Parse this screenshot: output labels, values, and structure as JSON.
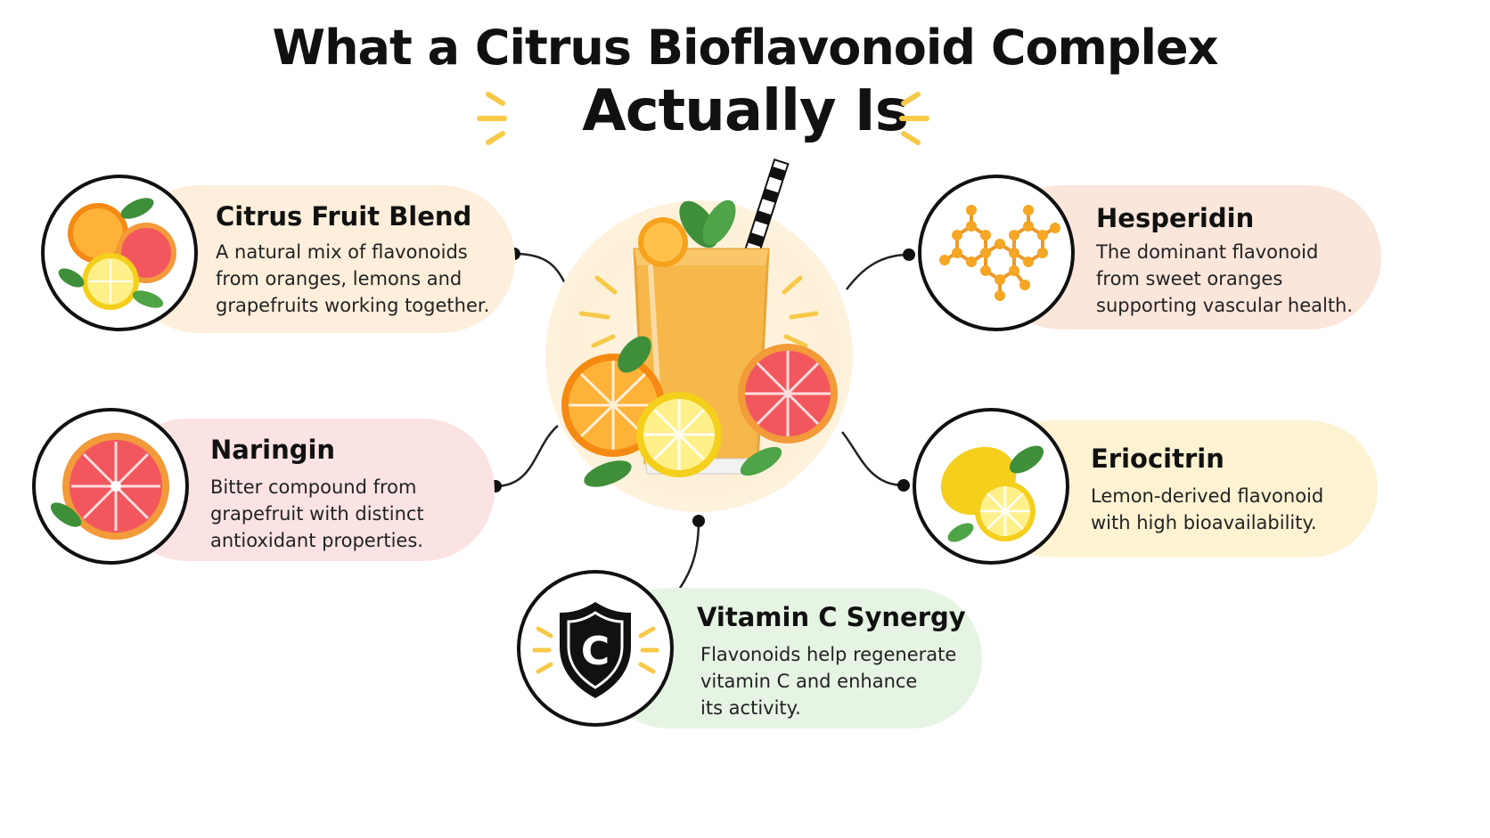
{
  "title": {
    "line1": "What a Citrus Bioflavonoid Complex",
    "line2": "Actually Is"
  },
  "colors": {
    "orange": "#f5a623",
    "peach_pill": "#fdefdc",
    "pink_pill": "#fbe3e3",
    "salmon_pill": "#fbe6dc",
    "yellow_pill": "#fdf3d3",
    "green_pill": "#e6f4e4",
    "spark_yellow": "#f7c948"
  },
  "center": {
    "icon": "orange-smoothie-glass-icon"
  },
  "cards": {
    "citrus_blend": {
      "icon": "citrus-fruits-icon",
      "title": "Citrus Fruit Blend",
      "lines": [
        "A natural mix of flavonoids",
        "from oranges, lemons and",
        "grapefruits working together."
      ]
    },
    "naringin": {
      "icon": "grapefruit-icon",
      "title": "Naringin",
      "lines": [
        "Bitter compound from",
        "grapefruit with distinct",
        "antioxidant properties."
      ]
    },
    "hesperidin": {
      "icon": "molecule-icon",
      "title": "Hesperidin",
      "lines": [
        "The dominant flavonoid",
        "from sweet oranges",
        "supporting vascular health."
      ]
    },
    "eriocitrin": {
      "icon": "lemon-icon",
      "title": "Eriocitrin",
      "lines": [
        "Lemon-derived flavonoid",
        "with high bioavailability."
      ]
    },
    "vitamin_c": {
      "icon": "shield-c-icon",
      "title": "Vitamin C Synergy",
      "lines": [
        "Flavonoids help regenerate",
        "vitamin C and enhance",
        "its activity."
      ]
    }
  }
}
